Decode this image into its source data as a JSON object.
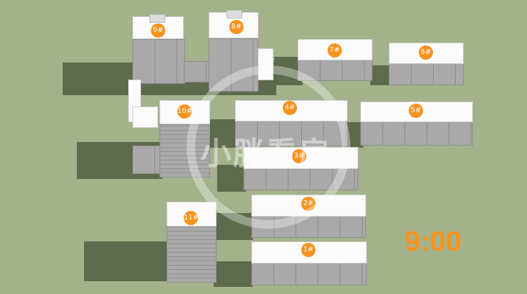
{
  "time_label": "9:00",
  "watermark": "小胖看房",
  "buildings": {
    "b1": "1#",
    "b2": "2#",
    "b3": "3#",
    "b4": "4#",
    "b5": "5#",
    "b6": "6#",
    "b7": "7#",
    "b8": "8#",
    "b9": "9#",
    "b10": "10#",
    "b11": "11#"
  },
  "colors": {
    "ground": "#a4b28b",
    "shadow": "#5d6b4c",
    "label": "#f7931e"
  }
}
